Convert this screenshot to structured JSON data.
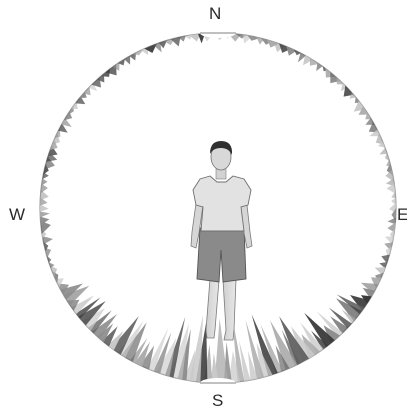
{
  "compass": {
    "north": "N",
    "south": "S",
    "west": "W",
    "east": "E"
  },
  "colors": {
    "vegetation_dark": "#3a3a3a",
    "vegetation_mid": "#8c8c8c",
    "vegetation_light": "#c8c8c8",
    "skin": "#d9d9d9",
    "shirt": "#e0e0e0",
    "shorts": "#8a8a8a",
    "hair": "#2f2f2f"
  }
}
